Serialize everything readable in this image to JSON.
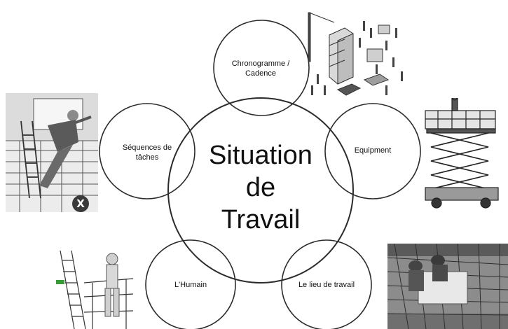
{
  "center": {
    "line1": "Situation",
    "line2": "de",
    "line3": "Travail"
  },
  "satellites": {
    "top": "Chronogramme / Cadence",
    "right": "Equipment",
    "bottom_right": "Le lieu de travail",
    "bottom_left": "L'Humain",
    "left": "Séquences de tâches"
  },
  "illustrations": {
    "top_right": "construction-site-illustration",
    "right": "scissor-lift-illustration",
    "bottom_right": "roof-safety-net-photo",
    "bottom_left": "scaffold-worker-illustration",
    "left": "ladder-fall-illustration",
    "left_badge": "X"
  }
}
